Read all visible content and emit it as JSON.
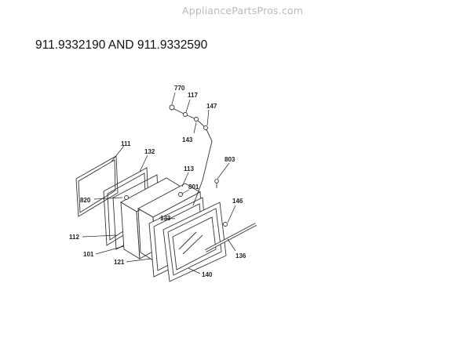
{
  "watermark": "AppliancePartsPros.com",
  "title": "911.9332190 AND 911.9332590",
  "labels": {
    "p770": "770",
    "p117": "117",
    "p147": "147",
    "p143": "143",
    "p111": "111",
    "p132": "132",
    "p803": "803",
    "p113": "113",
    "p801": "801",
    "p146": "146",
    "p820": "820",
    "p133": "133",
    "p112": "112",
    "p101": "101",
    "p121": "121",
    "p136": "136",
    "p140": "140"
  }
}
